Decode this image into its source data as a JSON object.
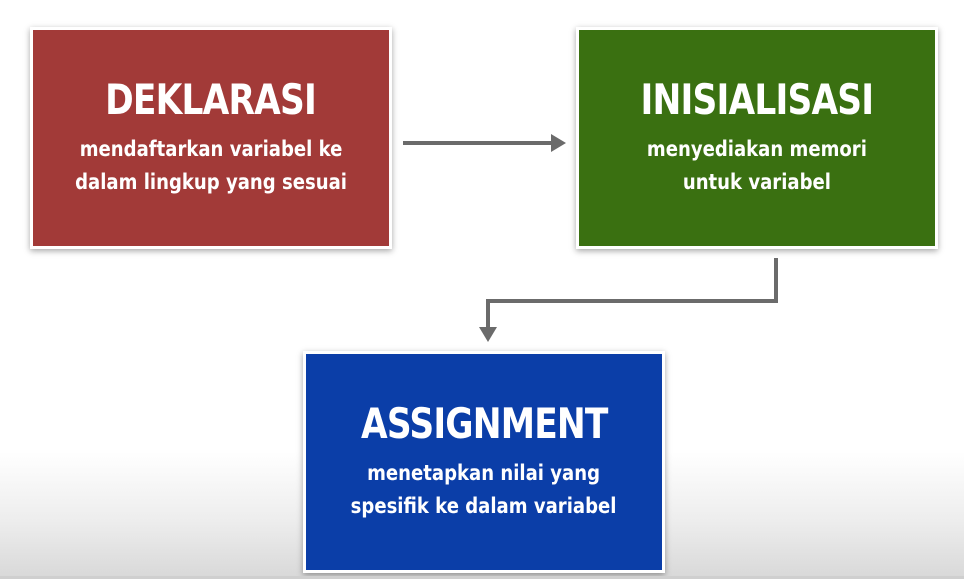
{
  "colors": {
    "deklarasi": "#a23a38",
    "inisialisasi": "#3a7011",
    "assignment": "#0b3ea8",
    "arrow": "#6b6b6b"
  },
  "boxes": {
    "deklarasi": {
      "title": "DEKLARASI",
      "description": "mendaftarkan variabel ke\ndalam lingkup yang sesuai"
    },
    "inisialisasi": {
      "title": "INISIALISASI",
      "description": "menyediakan memori\nuntuk variabel"
    },
    "assignment": {
      "title": "ASSIGNMENT",
      "description": "menetapkan nilai yang\nspesifik ke dalam variabel"
    }
  }
}
